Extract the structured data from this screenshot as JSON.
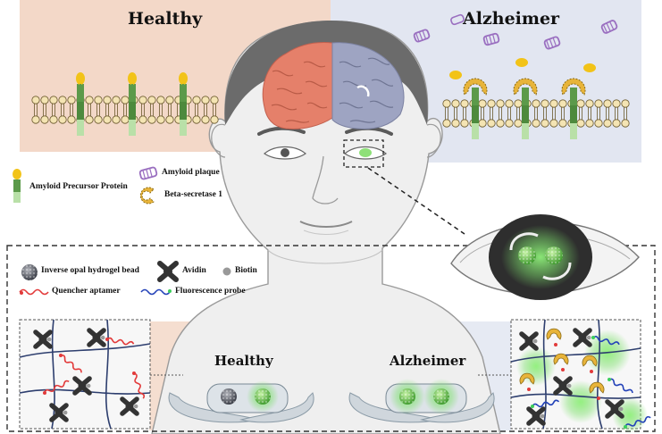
{
  "top": {
    "healthy_title": "Healthy",
    "alzheimer_title": "Alzheimer"
  },
  "legend_top": {
    "app_label": "Amyloid  Precursor  Protein",
    "plaque_label": "Amyloid plaque",
    "bace_label": "Beta-secretase  1"
  },
  "legend_bottom": {
    "bead_label": "Inverse  opal hydrogel bead",
    "avidin_label": "Avidin",
    "biotin_label": "Biotin",
    "quencher_label": "Quencher aptamer",
    "probe_label": "Fluorescence  probe"
  },
  "bottom": {
    "healthy_title": "Healthy",
    "alzheimer_title": "Alzheimer"
  },
  "colors": {
    "healthy_bg": "#f3d8c8",
    "alzheimer_bg": "#e2e6f1",
    "healthy_brain": "#e5806a",
    "alzheimer_brain": "#9ea4c2",
    "protein_green": "#6ea85b",
    "membrane_head": "#f4e4b3",
    "plaque": "#9a6fc0",
    "bace": "#e8b43a",
    "glow_green": "#7ee06d",
    "quencher": "#e23a3a",
    "probe": "#2342b8"
  }
}
